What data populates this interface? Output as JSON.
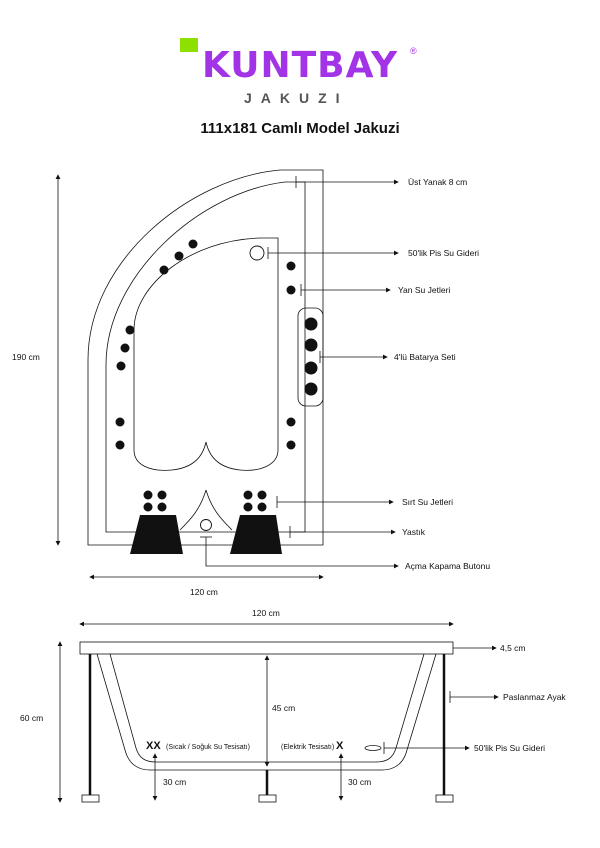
{
  "brand": {
    "name": "KUNTBAY",
    "sub": "JAKUZI",
    "reg_mark": "®",
    "colors": {
      "primary": "#a233e6",
      "accent": "#8ee000"
    }
  },
  "title": "111x181 Camlı Model Jakuzi",
  "top_view": {
    "labels": {
      "ust_yanak": "Üst Yanak 8 cm",
      "pis_su": "50'lik Pis Su Gideri",
      "yan_su": "Yan Su Jetleri",
      "batarya": "4'lü Batarya Seti",
      "sirt_su": "Sırt Su Jetleri",
      "yastik": "Yastık",
      "acma": "Açma Kapama Butonu"
    },
    "dims": {
      "height": "190 cm",
      "width": "120 cm"
    }
  },
  "side_view": {
    "labels": {
      "edge": "4,5 cm",
      "ayak": "Paslanmaz Ayak",
      "pis_su": "50'lik Pis Su Gideri",
      "sicak": "(Sıcak / Soğuk Su Tesisatı)",
      "elektrik": "(Elektrik Tesisatı)",
      "xx": "XX",
      "x": "X"
    },
    "dims": {
      "width": "120 cm",
      "height": "60 cm",
      "depth": "45 cm",
      "left_offset": "30 cm",
      "right_offset": "30 cm"
    }
  }
}
